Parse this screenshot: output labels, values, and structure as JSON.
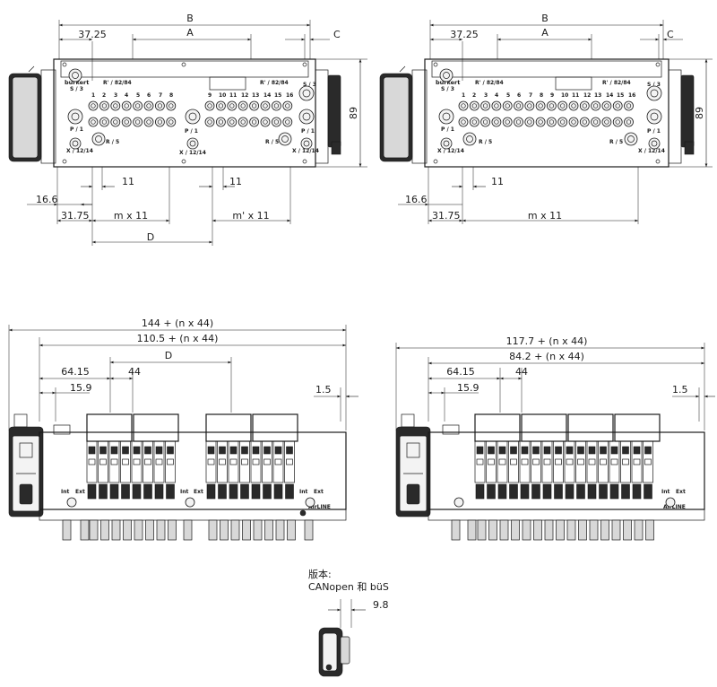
{
  "top_views": [
    {
      "dims": {
        "B": "B",
        "A": "A",
        "C": "C",
        "d37": "37.25",
        "h89": "89",
        "d16": "16.6",
        "d31": "31.75",
        "p11a": "11",
        "p11b": "11",
        "mx": "m x 11",
        "mpx": "m' x 11",
        "D": "D"
      },
      "labels": {
        "brand": "burkert",
        "r": "R' / 82/84",
        "s3": "S / 3",
        "p1": "P / 1",
        "x": "X / 12/14",
        "r5": "R / 5",
        "nums": [
          "1",
          "2",
          "3",
          "4",
          "5",
          "6",
          "7",
          "8",
          "9",
          "10",
          "11",
          "12",
          "13",
          "14",
          "15",
          "16"
        ]
      }
    },
    {
      "dims": {
        "B": "B",
        "A": "A",
        "C": "C",
        "d37": "37.25",
        "h89": "89",
        "d16": "16.6",
        "d31": "31.75",
        "p11": "11",
        "mx": "m x 11"
      },
      "labels": {
        "brand": "burkert",
        "r": "R' / 82/84",
        "s3": "S / 3",
        "p1": "P / 1",
        "x": "X / 12/14",
        "r5": "R / 5",
        "nums": [
          "1",
          "2",
          "3",
          "4",
          "5",
          "6",
          "7",
          "8",
          "9",
          "10",
          "11",
          "12",
          "13",
          "14",
          "15",
          "16"
        ]
      }
    }
  ],
  "side_views": [
    {
      "dims": {
        "overall": "144 + (n x 44)",
        "inner": "110.5 + (n x 44)",
        "d64": "64.15",
        "d44": "44",
        "D": "D",
        "d15": "15.9",
        "d1_5": "1.5"
      },
      "labels": {
        "int": "Int",
        "ext": "Ext",
        "airline": "AirLINE"
      }
    },
    {
      "dims": {
        "overall": "117.7 + (n x 44)",
        "inner": "84.2 + (n x 44)",
        "d64": "64.15",
        "d44": "44",
        "d15": "15.9",
        "d1_5": "1.5"
      },
      "labels": {
        "int": "Int",
        "ext": "Ext",
        "airline": "AirLINE"
      }
    }
  ],
  "version_note": {
    "line1": "版本:",
    "line2": "CANopen 和 büS",
    "dim": "9.8"
  }
}
